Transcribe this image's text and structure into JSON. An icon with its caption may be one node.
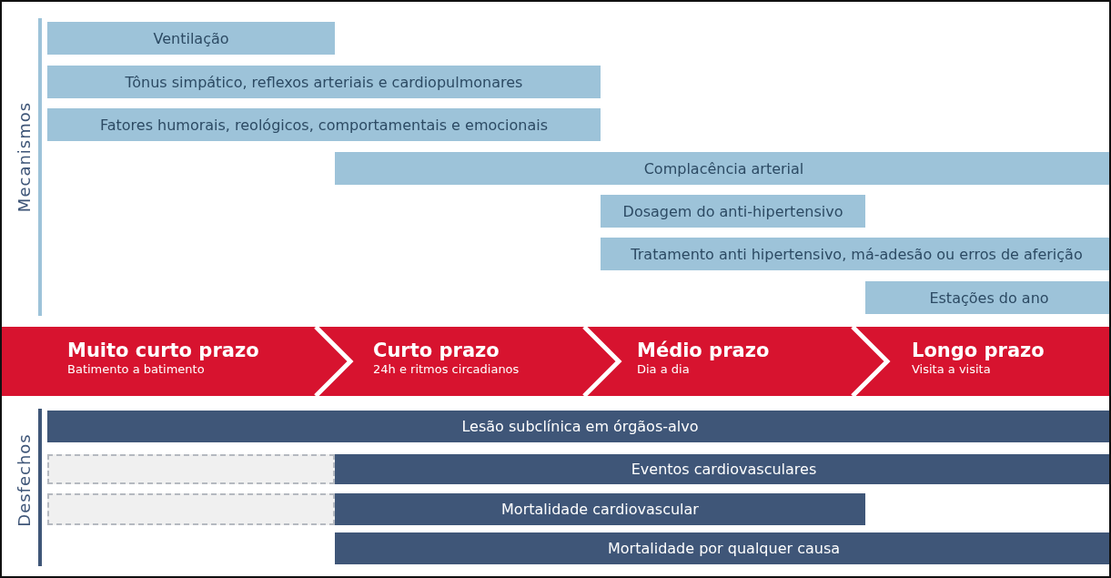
{
  "diagram": {
    "nodes": [
      {
        "text": [
          "Ventilação"
        ]
      },
      {
        "text": [
          "Tônus simpático, reflexos arteriais e cardiopulmonares"
        ]
      },
      {
        "text": [
          "Fatores humorais, reológicos, comportamentais e emocionais"
        ]
      },
      {
        "text": [
          "Complacência arterial"
        ]
      },
      {
        "text": [
          "Dosagem do anti-hipertensivo"
        ]
      },
      {
        "text": [
          "Tratamento anti hipertensivo, má-adesão ou erros de aferição"
        ]
      },
      {
        "text": [
          "Estações do ano"
        ]
      },
      {
        "text": [
          "Muito curto prazo",
          "Batimento a batimento"
        ]
      },
      {
        "text": [
          "Curto prazo",
          "24h e ritmos circadianos"
        ]
      },
      {
        "text": [
          "Médio prazo",
          "Dia a dia"
        ]
      },
      {
        "text": [
          "Longo prazo",
          "Visita a visita"
        ]
      },
      {
        "text": [
          "Lesão subclínica em órgãos-alvo"
        ]
      },
      {
        "text": [],
        "shape": "box"
      },
      {
        "text": [
          "Eventos cardiovasculares"
        ]
      },
      {
        "text": [],
        "shape": "box"
      },
      {
        "text": [
          "Mortalidade cardiovascular"
        ]
      },
      {
        "text": [
          "Mortalidade por qualquer causa"
        ]
      }
    ],
    "labels": [
      "Mecanismos",
      "Desfechos"
    ]
  }
}
